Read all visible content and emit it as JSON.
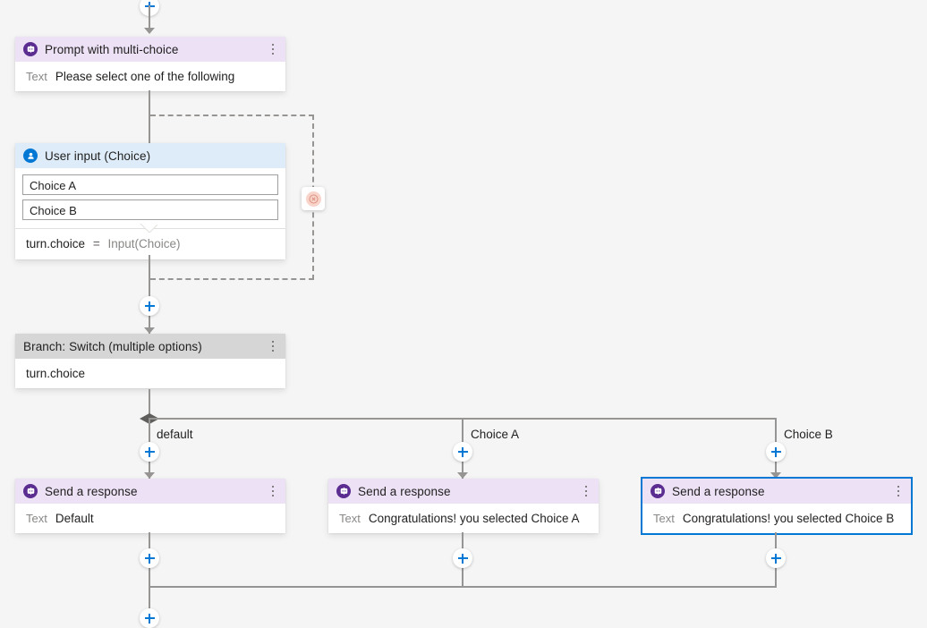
{
  "canvas": {
    "background": "#f5f5f5",
    "connector_color": "#979593",
    "accent": "#0078d4"
  },
  "nodes": [
    {
      "id": "prompt",
      "title": "Prompt with multi-choice",
      "icon": "bot-message-icon",
      "header_color": "#ece1f5",
      "field_label": "Text",
      "field_value": "Please select one of the following",
      "selected": false
    },
    {
      "id": "user-input",
      "title": "User input (Choice)",
      "icon": "user-person-icon",
      "header_color": "#deecf9",
      "choices": [
        "Choice A",
        "Choice B"
      ],
      "output_variable": "turn.choice",
      "output_equals": "=",
      "output_source": "Input(Choice)",
      "selected": false
    },
    {
      "id": "branch-switch",
      "title": "Branch: Switch (multiple options)",
      "icon": "none",
      "header_color": "#d6d6d6",
      "condition": "turn.choice",
      "selected": false
    },
    {
      "id": "response-default",
      "title": "Send a response",
      "icon": "bot-message-icon",
      "header_color": "#ece1f5",
      "field_label": "Text",
      "field_value": "Default",
      "selected": false
    },
    {
      "id": "response-choice-a",
      "title": "Send a response",
      "icon": "bot-message-icon",
      "header_color": "#ece1f5",
      "field_label": "Text",
      "field_value": "Congratulations! you selected Choice A",
      "selected": false
    },
    {
      "id": "response-choice-b",
      "title": "Send a response",
      "icon": "bot-message-icon",
      "header_color": "#ece1f5",
      "field_label": "Text",
      "field_value": "Congratulations! you selected Choice B",
      "selected": true
    }
  ],
  "branches": {
    "labels": [
      "default",
      "Choice A",
      "Choice B"
    ]
  },
  "error_badge": {
    "icon": "error-circle-x-icon",
    "color": "#f9d4cb"
  },
  "add_buttons": {
    "icon": "plus-icon",
    "count": 8
  }
}
